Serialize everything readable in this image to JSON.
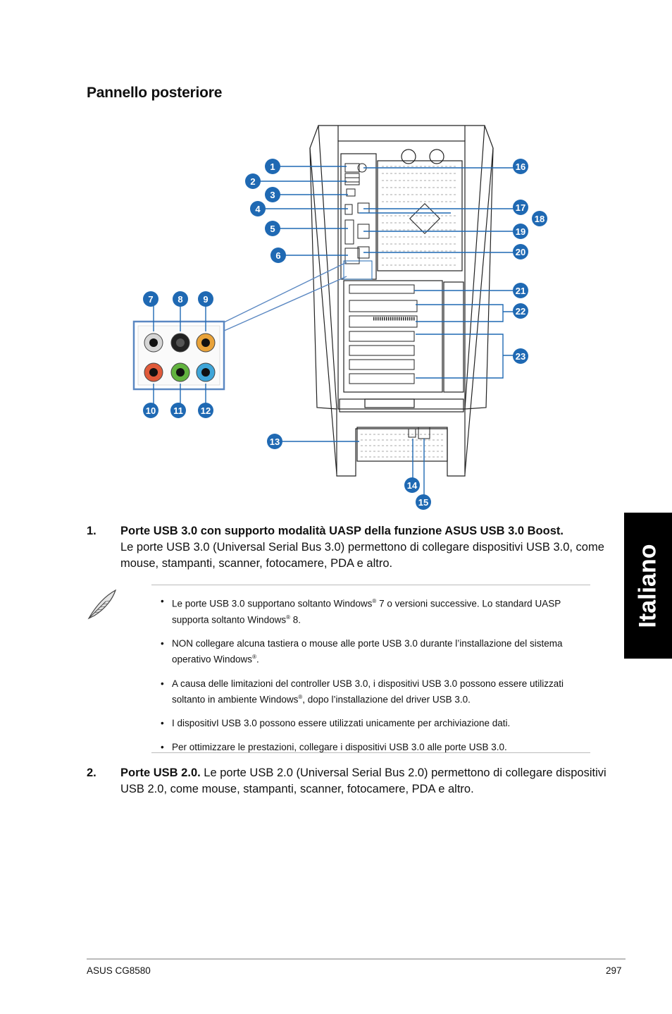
{
  "section_title": "Pannello posteriore",
  "side_tab_label": "Italiano",
  "callout_numbers": [
    "1",
    "2",
    "3",
    "4",
    "5",
    "6",
    "7",
    "8",
    "9",
    "10",
    "11",
    "12",
    "13",
    "14",
    "15",
    "16",
    "17",
    "18",
    "19",
    "20",
    "21",
    "22",
    "23"
  ],
  "item1": {
    "number": "1.",
    "lead": "Porte",
    "bold": "USB 3.0 con supporto modalità UASP della funzione ASUS USB 3.0 Boost.",
    "text": "Le porte USB 3.0 (Universal Serial Bus 3.0) permettono di collegare dispositivi USB 3.0, come mouse, stampanti, scanner, fotocamere, PDA e altro."
  },
  "notes": {
    "icon": "feather-pen-icon",
    "n1_a": "Le porte USB 3.0 supportano soltanto Windows",
    "n1_b": " 7 o versioni successive. Lo standard UASP supporta soltanto Windows",
    "n1_c": " 8.",
    "n2_a": "NON collegare alcuna tastiera o mouse alle porte USB 3.0 durante l’installazione del sistema operativo Windows",
    "n2_b": ".",
    "n3_a": "A causa delle limitazioni del controller USB 3.0, i dispositivi USB 3.0 possono essere utilizzati soltanto in ambiente Windows",
    "n3_b": ", dopo l’installazione del driver USB 3.0.",
    "n4": "I dispositivI USB 3.0 possono essere utilizzati unicamente per archiviazione dati.",
    "n5": "Per ottimizzare le prestazioni, collegare i dispositivi USB 3.0 alle porte USB 3.0.",
    "reg": "®"
  },
  "item2": {
    "number": "2.",
    "bold": "Porte USB 2.0.",
    "text": " Le porte USB 2.0 (Universal Serial Bus 2.0) permettono di collegare dispositivi USB 2.0, come mouse, stampanti, scanner, fotocamere, PDA e altro."
  },
  "footer": {
    "left": "ASUS CG8580",
    "right": "297"
  },
  "colors": {
    "callout": "#1f69b3",
    "audio_inset_border": "#5b88c2",
    "jack_black": "#222222",
    "jack_grey": "#d6d6d6",
    "jack_orange": "#e9a33a",
    "jack_pink": "#e05a3a",
    "jack_green": "#62b33f",
    "jack_blue": "#3fa6d9"
  }
}
